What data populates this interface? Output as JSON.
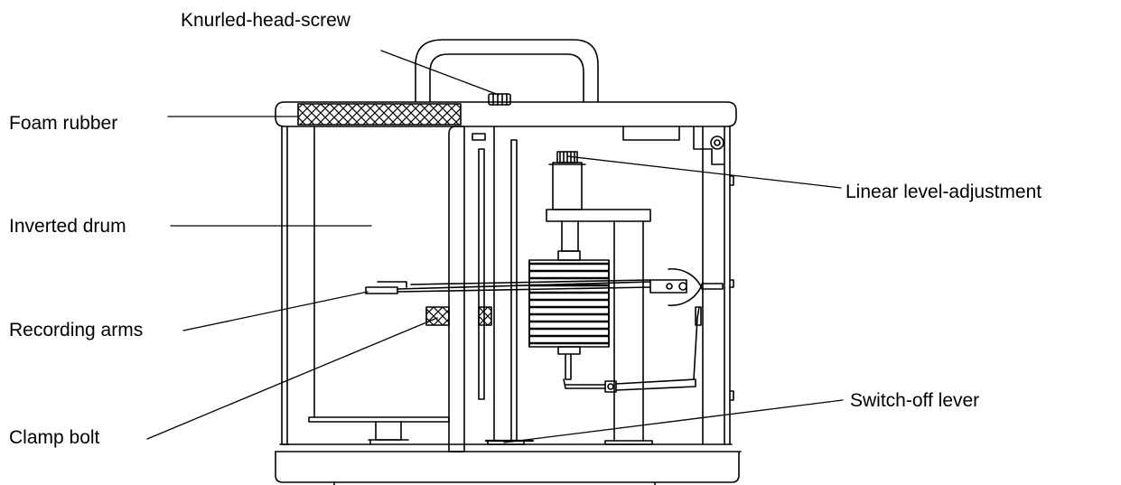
{
  "labels": {
    "knurled_head_screw": "Knurled-head-screw",
    "foam_rubber": "Foam rubber",
    "inverted_drum": "Inverted drum",
    "recording_arms": "Recording arms",
    "clamp_bolt": "Clamp bolt",
    "linear_level_adjustment": "Linear level-adjustment",
    "switch_off_lever": "Switch-off lever"
  }
}
